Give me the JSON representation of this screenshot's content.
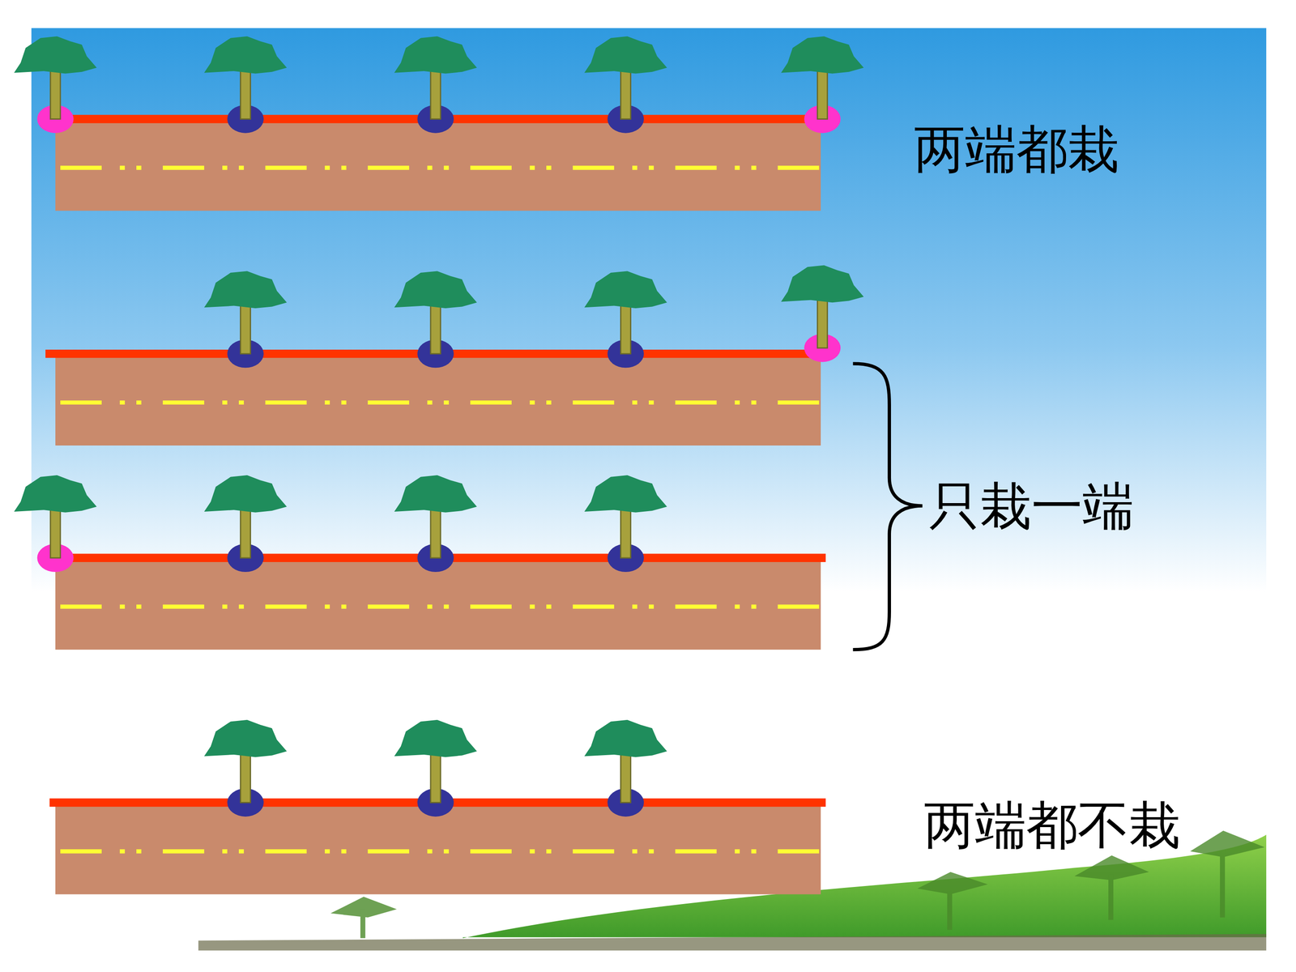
{
  "diagram": {
    "labels": [
      "两端都栽",
      "只栽一端",
      "两端都不栽"
    ]
  }
}
